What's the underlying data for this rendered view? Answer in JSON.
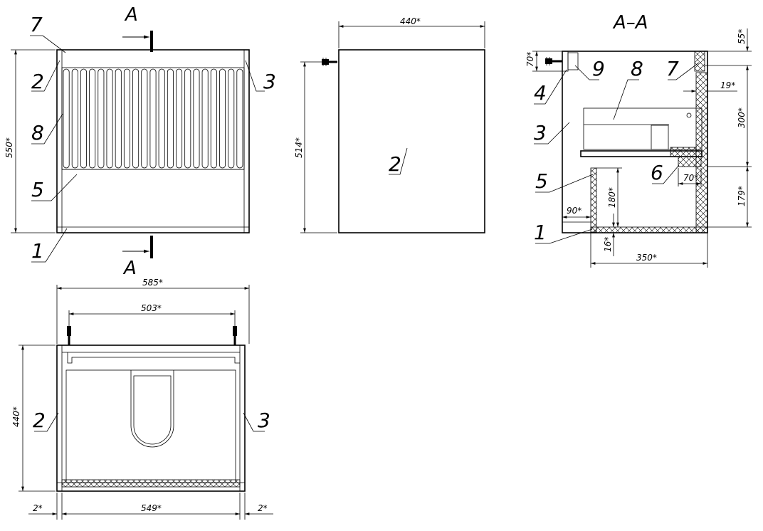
{
  "section_mark": "A",
  "section_title": "A–A",
  "callouts": {
    "front_7": "7",
    "front_2": "2",
    "front_3": "3",
    "front_8": "8",
    "front_5": "5",
    "front_1": "1",
    "side_2": "2",
    "sec_9": "9",
    "sec_8": "8",
    "sec_7": "7",
    "sec_4": "4",
    "sec_3": "3",
    "sec_5": "5",
    "sec_6": "6",
    "sec_1": "1",
    "top_2": "2",
    "top_3": "3"
  },
  "dimensions": {
    "front_height": "550*",
    "side_width": "440*",
    "side_height": "514*",
    "sec_70_top": "70*",
    "sec_55": "55*",
    "sec_19": "19*",
    "sec_300": "300*",
    "sec_70_shelf": "70*",
    "sec_179": "179*",
    "sec_180": "180*",
    "sec_90": "90*",
    "sec_16": "16*",
    "sec_350": "350*",
    "top_585": "585*",
    "top_503": "503*",
    "top_440": "440*",
    "top_549": "549*",
    "top_2_left": "2*",
    "top_2_right": "2*"
  },
  "colors": {
    "ink": "#000000",
    "paper": "#ffffff"
  }
}
